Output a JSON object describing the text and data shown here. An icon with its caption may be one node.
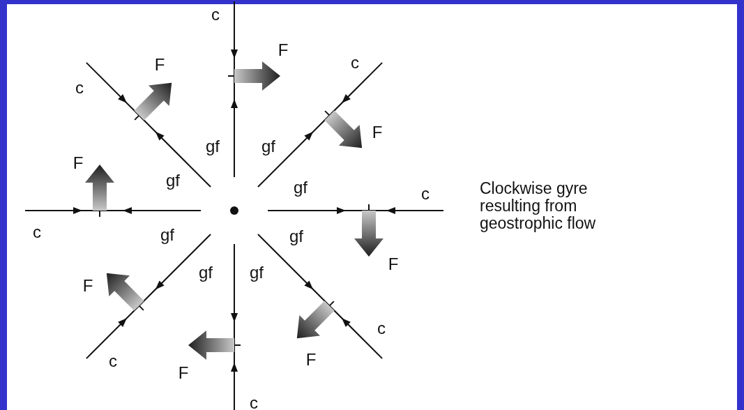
{
  "diagram": {
    "caption": "Clockwise gyre resulting from geostrophic flow",
    "labels": [
      "c",
      "F",
      "F",
      "c",
      "c",
      "F",
      "gf",
      "gf",
      "F",
      "gf",
      "gf",
      "c",
      "c",
      "gf",
      "gf",
      "F",
      "gf",
      "gf",
      "F",
      "c",
      "c",
      "F",
      "F",
      "c"
    ]
  }
}
